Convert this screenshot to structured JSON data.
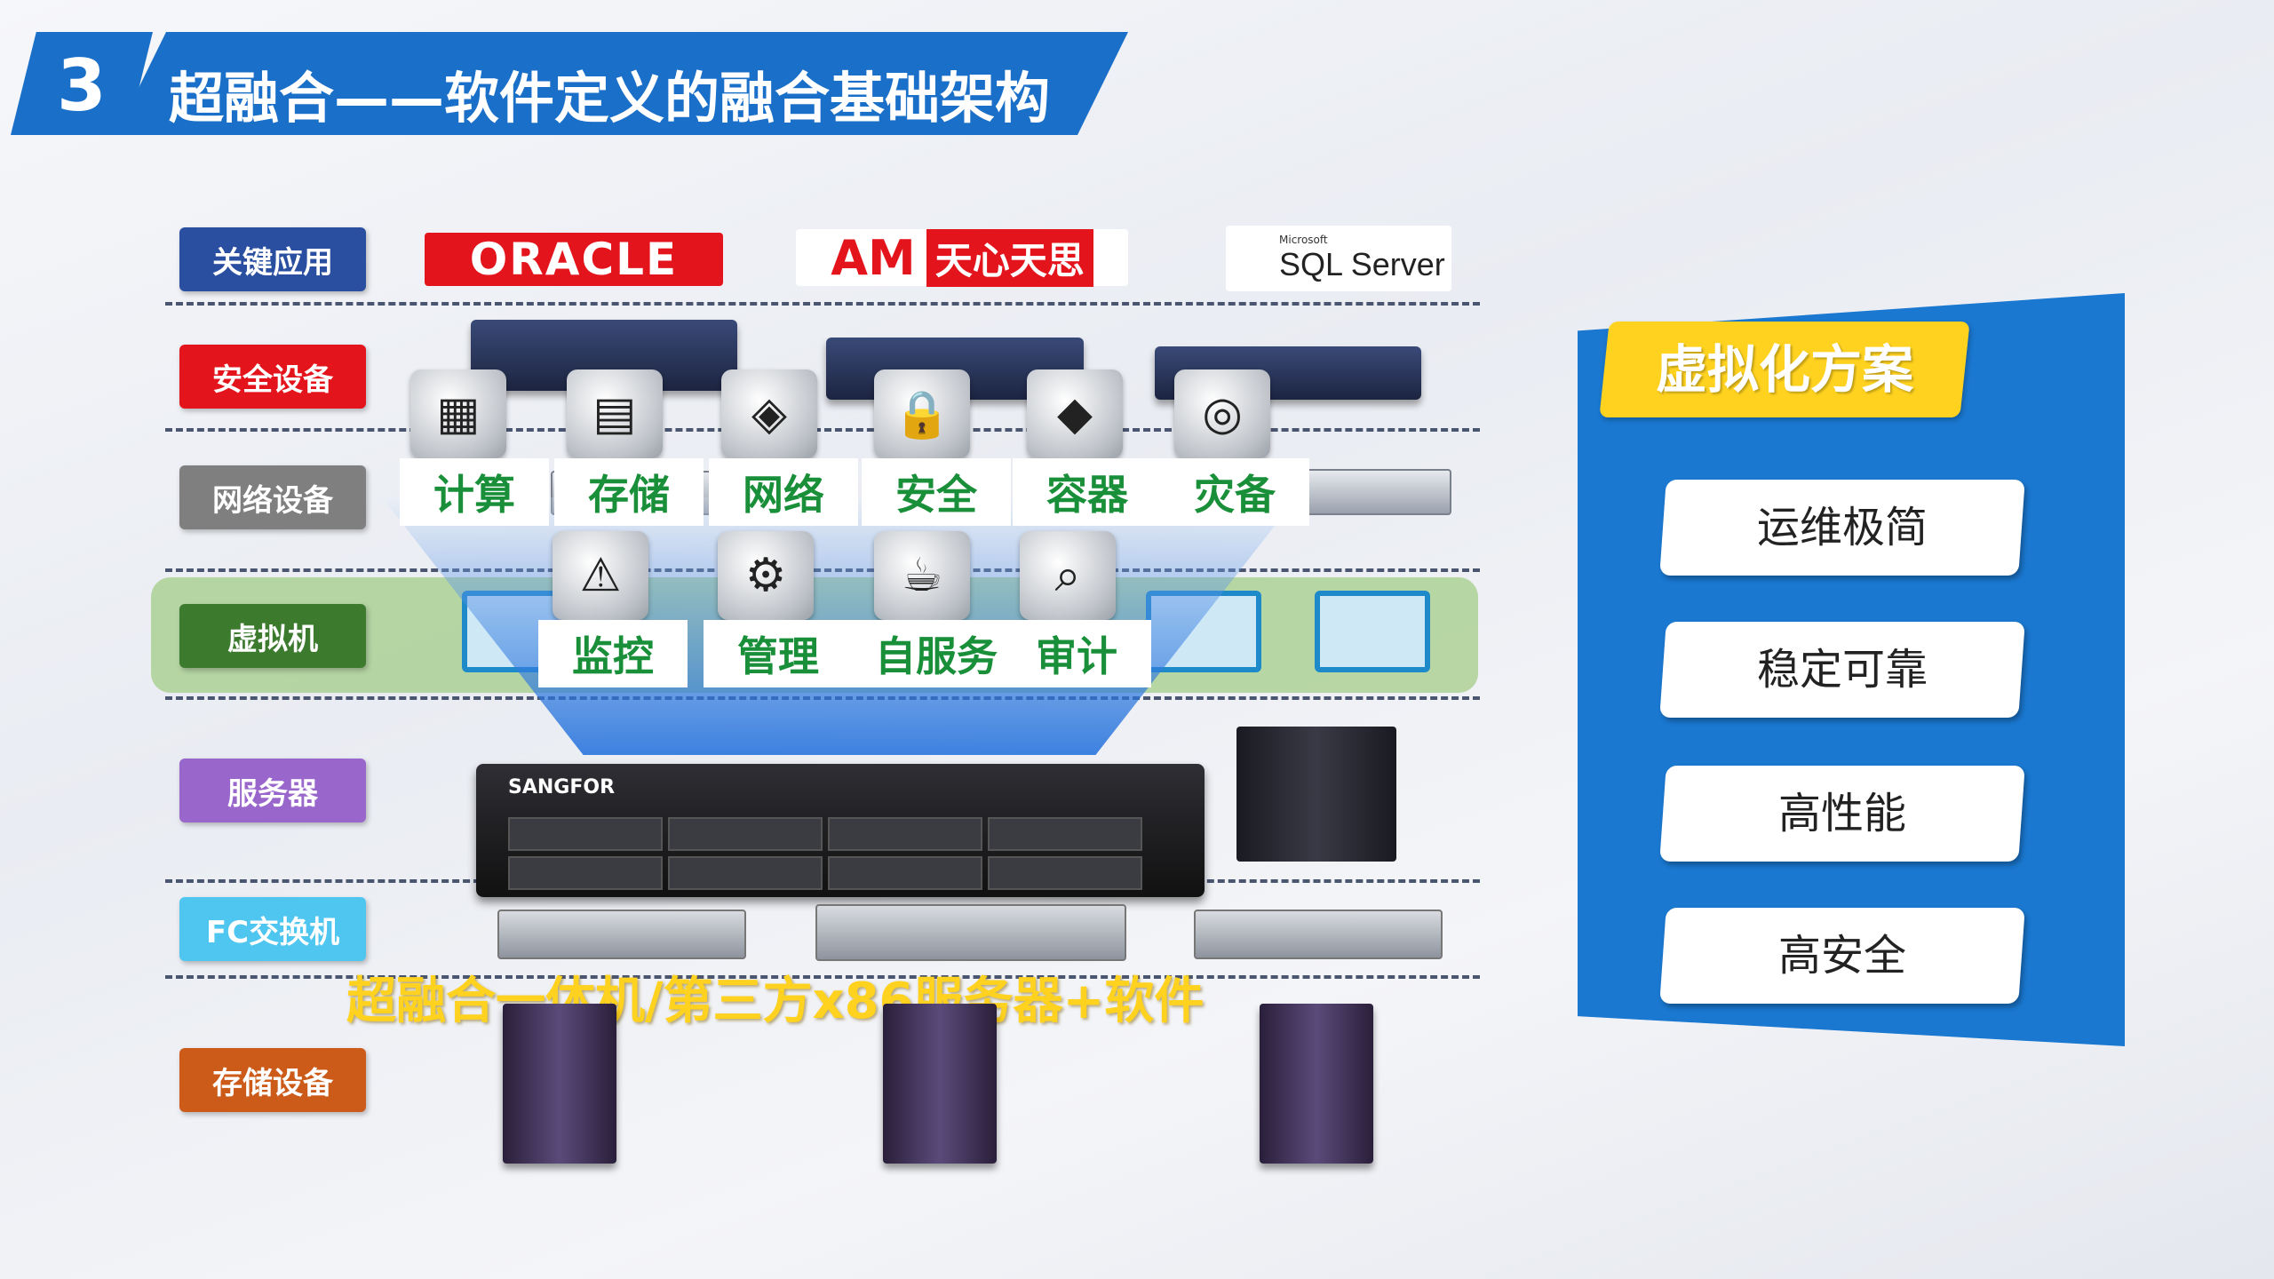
{
  "header": {
    "number": "3",
    "title": "超融合——软件定义的融合基础架构"
  },
  "layers": [
    {
      "label": "关键应用",
      "color": "#2a4fa0"
    },
    {
      "label": "安全设备",
      "color": "#e3141c"
    },
    {
      "label": "网络设备",
      "color": "#7f7f7f"
    },
    {
      "label": "虚拟机",
      "color": "#3c7a2e"
    },
    {
      "label": "服务器",
      "color": "#9966cc"
    },
    {
      "label": "FC交换机",
      "color": "#4fc6f0"
    },
    {
      "label": "存储设备",
      "color": "#cc5b1a"
    }
  ],
  "apps": {
    "oracle": "ORACLE",
    "am_logo": "AM",
    "tianxin": "天心天思",
    "sql_small": "Microsoft",
    "sql": "SQL Server"
  },
  "functions_top": [
    {
      "label": "计算",
      "icon": "compute-icon"
    },
    {
      "label": "存储",
      "icon": "storage-icon"
    },
    {
      "label": "网络",
      "icon": "network-icon"
    },
    {
      "label": "安全",
      "icon": "lock-icon"
    },
    {
      "label": "容器",
      "icon": "container-icon"
    },
    {
      "label": "灾备",
      "icon": "disaster-recovery-icon"
    }
  ],
  "functions_bottom": [
    {
      "label": "监控",
      "icon": "warning-icon"
    },
    {
      "label": "管理",
      "icon": "gear-icon"
    },
    {
      "label": "自服务",
      "icon": "cup-icon"
    },
    {
      "label": "审计",
      "icon": "magnifier-icon"
    }
  ],
  "server_brand": "SANGFOR",
  "caption": "超融合一体机/第三方x86服务器+软件",
  "panel": {
    "title": "虚拟化方案",
    "features": [
      "运维极简",
      "稳定可靠",
      "高性能",
      "高安全"
    ]
  }
}
